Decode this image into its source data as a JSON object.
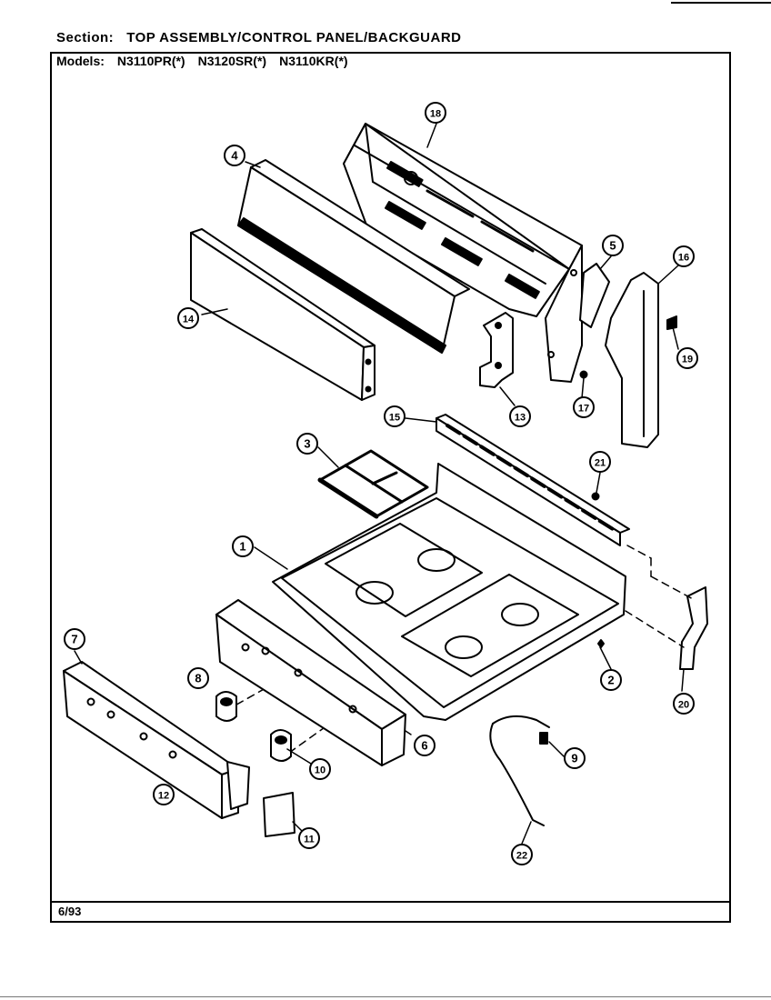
{
  "header": {
    "section_label": "Section:",
    "section_title": "TOP ASSEMBLY/CONTROL PANEL/BACKGUARD",
    "models_label": "Models:",
    "models": [
      "N3110PR(*)",
      "N3120SR(*)",
      "N3110KR(*)"
    ]
  },
  "footer": {
    "date": "6/93"
  },
  "callouts": [
    "18",
    "4",
    "5",
    "16",
    "14",
    "19",
    "13",
    "17",
    "15",
    "3",
    "21",
    "1",
    "7",
    "2",
    "20",
    "8",
    "6",
    "10",
    "9",
    "12",
    "11",
    "22"
  ]
}
